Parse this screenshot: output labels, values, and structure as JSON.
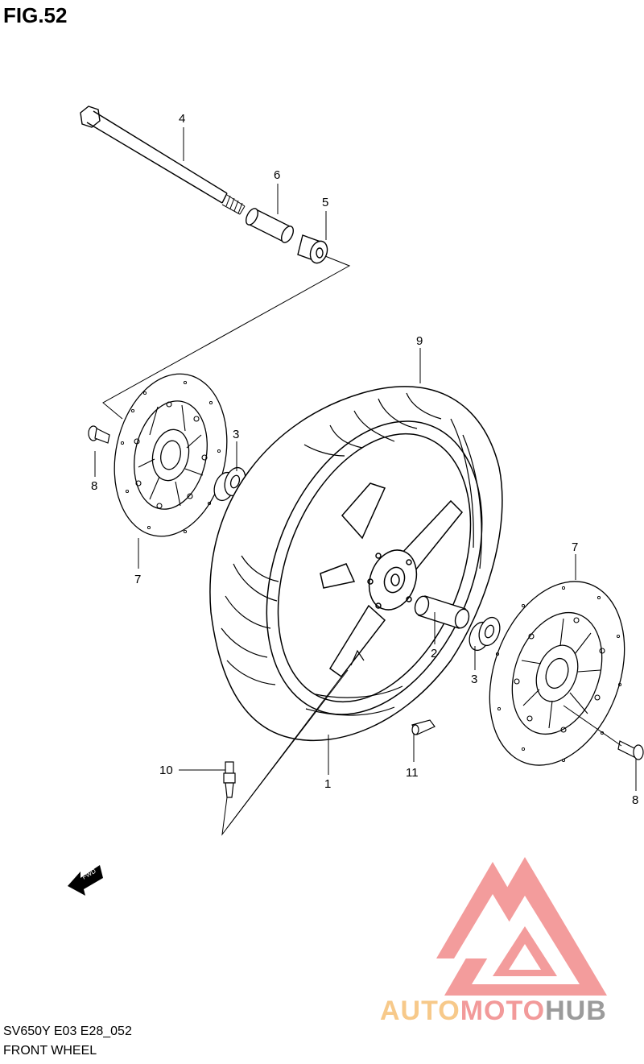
{
  "figure": {
    "label": "FIG.52"
  },
  "callouts": {
    "c1": "1",
    "c2": "2",
    "c3a": "3",
    "c3b": "3",
    "c4": "4",
    "c5": "5",
    "c6": "6",
    "c7a": "7",
    "c7b": "7",
    "c8a": "8",
    "c8b": "8",
    "c9": "9",
    "c10": "10",
    "c11": "11"
  },
  "fwd_arrow": {
    "label": "FWD"
  },
  "footer": {
    "model_code": "SV650Y E03 E28_052",
    "assembly_title": "FRONT WHEEL"
  },
  "watermark": {
    "part1": "AUTO",
    "part2": "MOTO",
    "part3": "HUB",
    "colors": {
      "auto": "#f7c98a",
      "moto": "#f29a9a",
      "hub": "#9b9b9b",
      "logo": "#f28b8b"
    }
  }
}
